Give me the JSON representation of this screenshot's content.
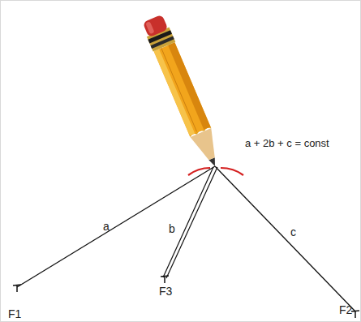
{
  "diagram": {
    "labels": [
      "a + 2b + c = const",
      "a",
      "b",
      "c",
      "F1",
      "F3",
      "F2"
    ]
  }
}
